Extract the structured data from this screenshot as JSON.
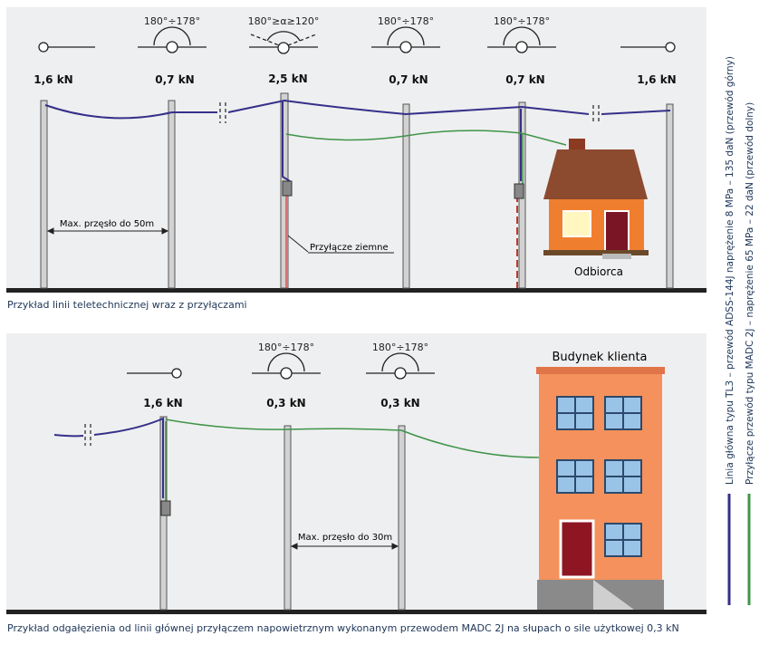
{
  "top": {
    "caption": "Przykład linii teletechnicznej wraz z przyłączami",
    "forces": [
      "1,6 kN",
      "0,7 kN",
      "2,5 kN",
      "0,7 kN",
      "0,7 kN",
      "1,6 kN"
    ],
    "angles": [
      "180°÷178°",
      "180°≥α≥120°",
      "180°÷178°",
      "180°÷178°"
    ],
    "span": "Max. przęsło do 50m",
    "ground_label": "Przyłącze ziemne",
    "house_label": "Odbiorca"
  },
  "bottom": {
    "caption": "Przykład odgałęzienia od linii głównej przyłączem napowietrznym wykonanym przewodem MADC 2J na słupach o sile użytkowej 0,3 kN",
    "forces": [
      "1,6 kN",
      "0,3 kN",
      "0,3 kN"
    ],
    "angles": [
      "180°÷178°",
      "180°÷178°"
    ],
    "span": "Max. przęsło do 30m",
    "building_label": "Budynek klienta"
  },
  "legend": {
    "main": "Linia główna typu TL3 – przewód ADSS-144J naprężenie 8 MPa – 135 daN (przewód górny)",
    "service": "Przyłącze przewód typu MADC 2J – naprężenie 65 MPa – 22 daN (przewód dolny)",
    "main_color": "#35308a",
    "service_color": "#3f9449"
  }
}
